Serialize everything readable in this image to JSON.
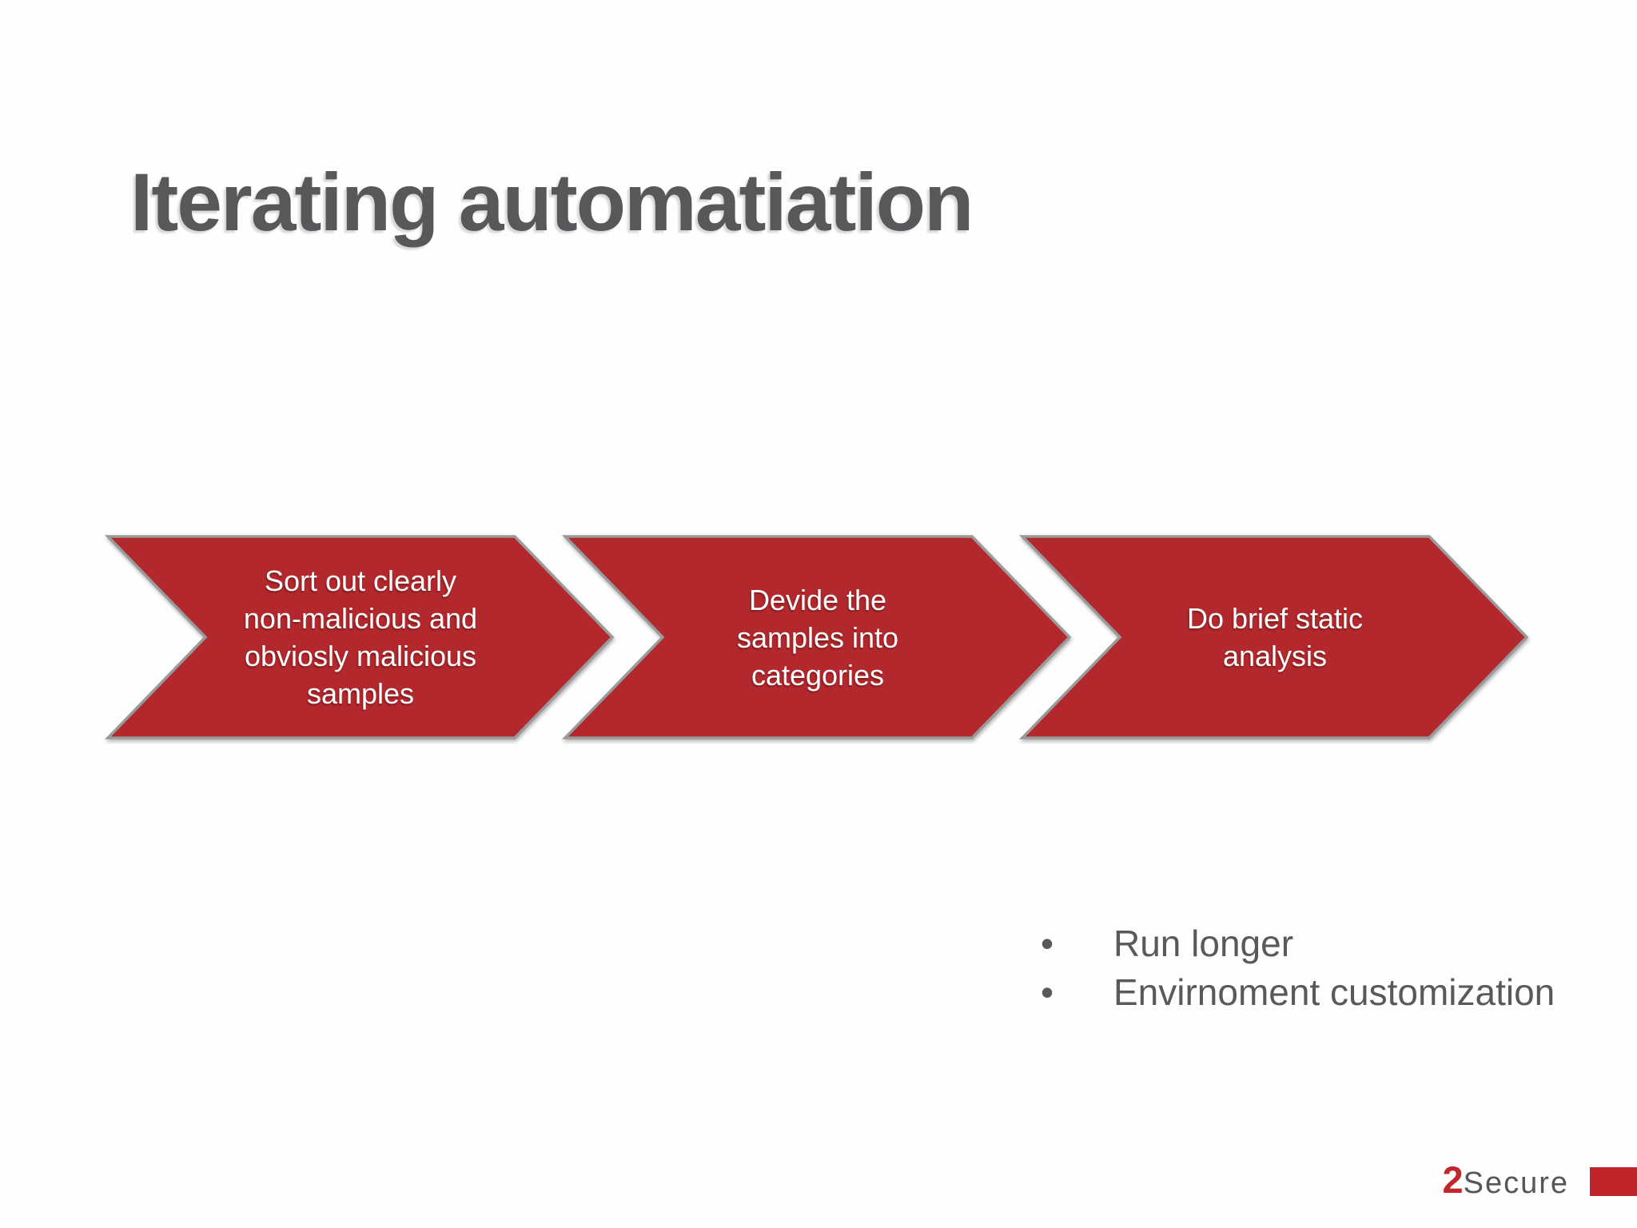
{
  "slide": {
    "title": "Iterating automatiation",
    "bullet_char": "•",
    "background_color": "#fefefe",
    "title_color": "#58585a"
  },
  "process_flow": {
    "arrow_fill": "#b3282c",
    "arrow_border": "#9a9a9a",
    "text_color": "#ffffff",
    "steps": [
      {
        "label": "Sort out clearly\nnon-malicious and\nobviosly malicious\nsamples"
      },
      {
        "label": "Devide the\nsamples into\ncategories"
      },
      {
        "label": "Do brief static\nanalysis"
      }
    ]
  },
  "notes": {
    "text_color": "#595959",
    "items": [
      "Run longer",
      "Envirnoment customization"
    ]
  },
  "logo": {
    "prefix": "2",
    "name": "Secure",
    "prefix_color": "#c1272d",
    "name_color": "#55565a",
    "block_color": "#c1232b"
  }
}
